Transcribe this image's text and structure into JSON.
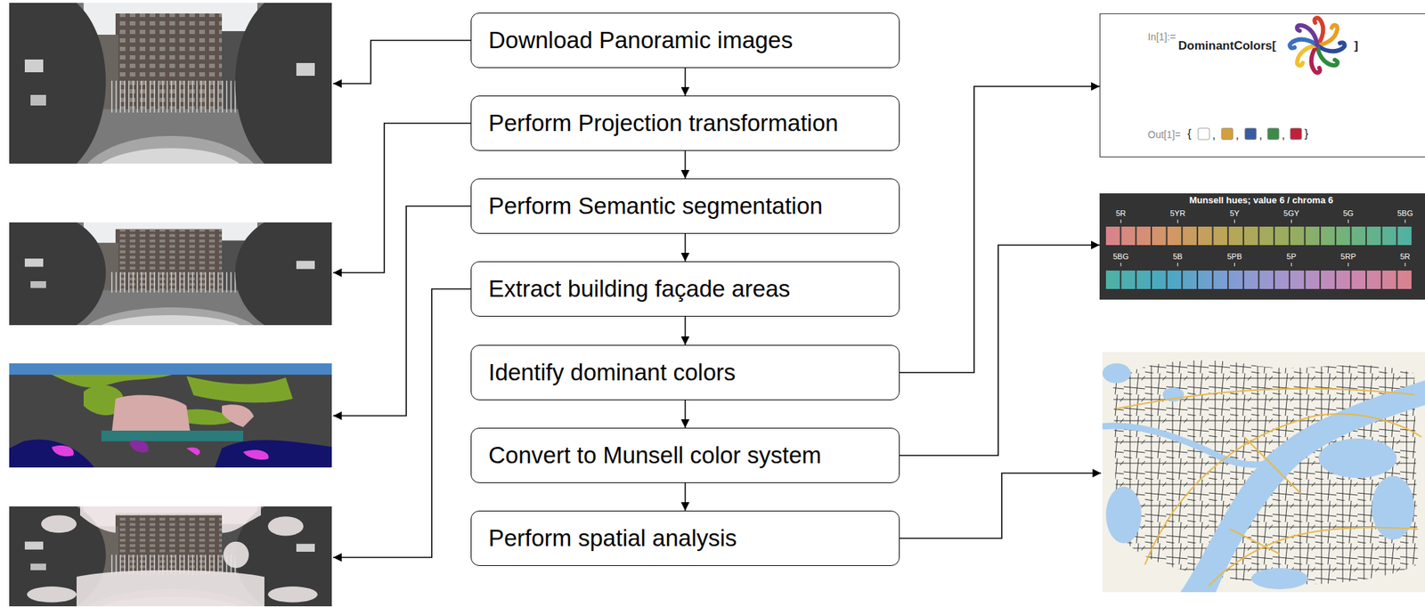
{
  "diagram": {
    "nodes": [
      {
        "text": [
          "Download Panoramic images"
        ]
      },
      {
        "text": [
          "Perform Projection transformation"
        ]
      },
      {
        "text": [
          "Perform Semantic segmentation"
        ]
      },
      {
        "text": [
          "Extract building façade areas"
        ]
      },
      {
        "text": [
          "Identify dominant colors"
        ]
      },
      {
        "text": [
          "Convert to Munsell color system"
        ]
      },
      {
        "text": [
          "Perform spatial analysis"
        ]
      },
      {
        "text": [
          "In[1]:=",
          "DominantColors[",
          "]",
          "Out[1]=",
          "{",
          ",",
          ",",
          ",",
          ",",
          "}"
        ]
      },
      {
        "text": [
          "Munsell hues; value 6 / chroma 6",
          "5R",
          "5YR",
          "5Y",
          "5GY",
          "5G",
          "5BG",
          "5BG",
          "5B",
          "5PB",
          "5P",
          "5RP",
          "5R"
        ]
      }
    ],
    "edges": [
      {
        "from": 0,
        "to": 1,
        "arrow": "to"
      },
      {
        "from": 1,
        "to": 2,
        "arrow": "to"
      },
      {
        "from": 2,
        "to": 3,
        "arrow": "to"
      },
      {
        "from": 3,
        "to": 4,
        "arrow": "to"
      },
      {
        "from": 4,
        "to": 5,
        "arrow": "to"
      },
      {
        "from": 5,
        "to": 6,
        "arrow": "to"
      },
      {
        "from": 4,
        "to": 7,
        "arrow": "to"
      },
      {
        "from": 5,
        "to": 8,
        "arrow": "to"
      }
    ]
  }
}
